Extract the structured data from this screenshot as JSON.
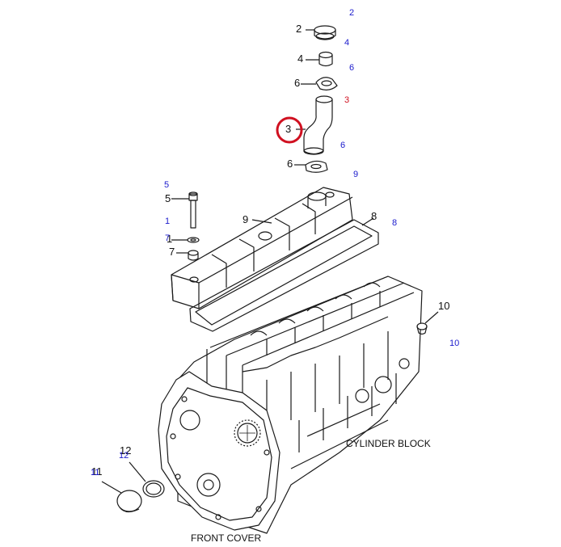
{
  "colors": {
    "line": "#1a1a1a",
    "blue_ref": "#1a1acc",
    "red_ref": "#d01020",
    "highlight": "#d01020"
  },
  "part_callouts": [
    {
      "id": "p2",
      "text": "2"
    },
    {
      "id": "p4",
      "text": "4"
    },
    {
      "id": "p6a",
      "text": "6"
    },
    {
      "id": "p3",
      "text": "3"
    },
    {
      "id": "p6b",
      "text": "6"
    },
    {
      "id": "p5",
      "text": "5"
    },
    {
      "id": "p9",
      "text": "9"
    },
    {
      "id": "p8",
      "text": "8"
    },
    {
      "id": "p1",
      "text": "1"
    },
    {
      "id": "p7",
      "text": "7"
    },
    {
      "id": "p10",
      "text": "10"
    },
    {
      "id": "p12",
      "text": "12"
    },
    {
      "id": "p11",
      "text": "11"
    }
  ],
  "ref_callouts": [
    {
      "id": "r2",
      "text": "2",
      "color": "blue"
    },
    {
      "id": "r4",
      "text": "4",
      "color": "blue"
    },
    {
      "id": "r6a",
      "text": "6",
      "color": "blue"
    },
    {
      "id": "r3",
      "text": "3",
      "color": "red"
    },
    {
      "id": "r6b",
      "text": "6",
      "color": "blue"
    },
    {
      "id": "r9",
      "text": "9",
      "color": "blue"
    },
    {
      "id": "r5",
      "text": "5",
      "color": "blue"
    },
    {
      "id": "r8",
      "text": "8",
      "color": "blue"
    },
    {
      "id": "r1",
      "text": "1",
      "color": "blue"
    },
    {
      "id": "r7",
      "text": "7",
      "color": "blue"
    },
    {
      "id": "r10",
      "text": "10",
      "color": "blue"
    },
    {
      "id": "r12",
      "text": "12",
      "color": "blue"
    },
    {
      "id": "r11",
      "text": "11",
      "color": "blue"
    }
  ],
  "labels": {
    "cylinder_block": "CYLINDER BLOCK",
    "front_cover": "FRONT COVER"
  },
  "highlighted_part": "3"
}
